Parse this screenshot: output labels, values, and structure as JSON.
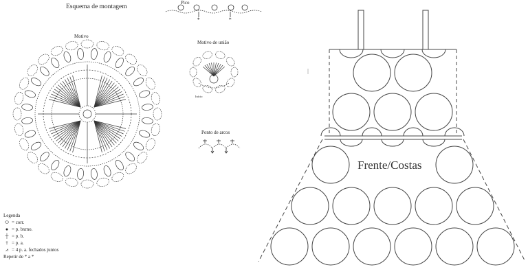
{
  "title": "Esquema de montagem",
  "labels": {
    "pico": "Pico",
    "motivo": "Motivo",
    "motivo_uniao": "Motivo de união",
    "inicio": "Início",
    "ponto_arcos": "Ponto de arcos",
    "frente_costas": "Frente/Costas"
  },
  "legend": {
    "title": "Legenda",
    "items": [
      {
        "symbol": "⬭",
        "icon": "chain-stitch-icon",
        "text": "= corr."
      },
      {
        "symbol": "●",
        "icon": "slip-stitch-icon",
        "text": "= p. bxmo."
      },
      {
        "symbol": "┼",
        "icon": "single-crochet-icon",
        "text": "= p. b."
      },
      {
        "symbol": "†",
        "icon": "double-crochet-icon",
        "text": "= p. a."
      },
      {
        "symbol": "⩘",
        "icon": "cluster-icon",
        "text": "= 4 p. a. fechados juntos"
      }
    ],
    "repeat": "Repetir de * a *"
  },
  "colors": {
    "ink": "#222222",
    "background": "#ffffff"
  }
}
